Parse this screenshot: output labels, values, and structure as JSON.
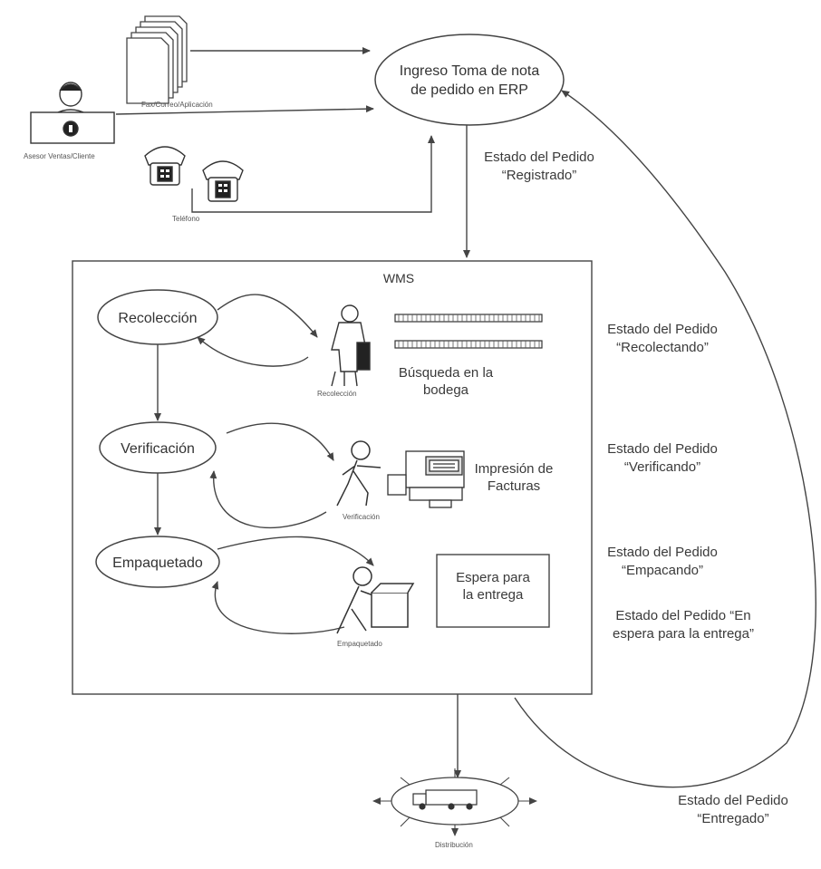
{
  "erp_node": {
    "line1": "Ingreso Toma de nota",
    "line2": "de pedido en ERP"
  },
  "inputs": {
    "fax_label": "Fax/Correo/Aplicación",
    "advisor_label": "Asesor Ventas/Cliente",
    "phone_label": "Teléfono"
  },
  "wms": {
    "title": "WMS",
    "recoleccion": "Recolección",
    "verificacion": "Verificación",
    "empaquetado": "Empaquetado",
    "recoleccion_icon_label": "Recolección",
    "verificacion_icon_label": "Verificación",
    "empaquetado_icon_label": "Empaquetado",
    "busqueda_line1": "Búsqueda en la",
    "busqueda_line2": "bodega",
    "impresion_line1": "Impresión de",
    "impresion_line2": "Facturas",
    "espera_line1": "Espera para",
    "espera_line2": "la entrega"
  },
  "statuses": {
    "registrado": {
      "line1": "Estado del Pedido",
      "line2": "“Registrado”"
    },
    "recolectando": {
      "line1": "Estado del Pedido",
      "line2": "“Recolectando”"
    },
    "verificando": {
      "line1": "Estado del Pedido",
      "line2": "“Verificando”"
    },
    "empacando": {
      "line1": "Estado del Pedido",
      "line2": "“Empacando”"
    },
    "espera": {
      "line1": "Estado del Pedido “En",
      "line2": "espera para la entrega”"
    },
    "entregado": {
      "line1": "Estado del Pedido",
      "line2": "“Entregado”"
    }
  },
  "distribucion_label": "Distribución"
}
